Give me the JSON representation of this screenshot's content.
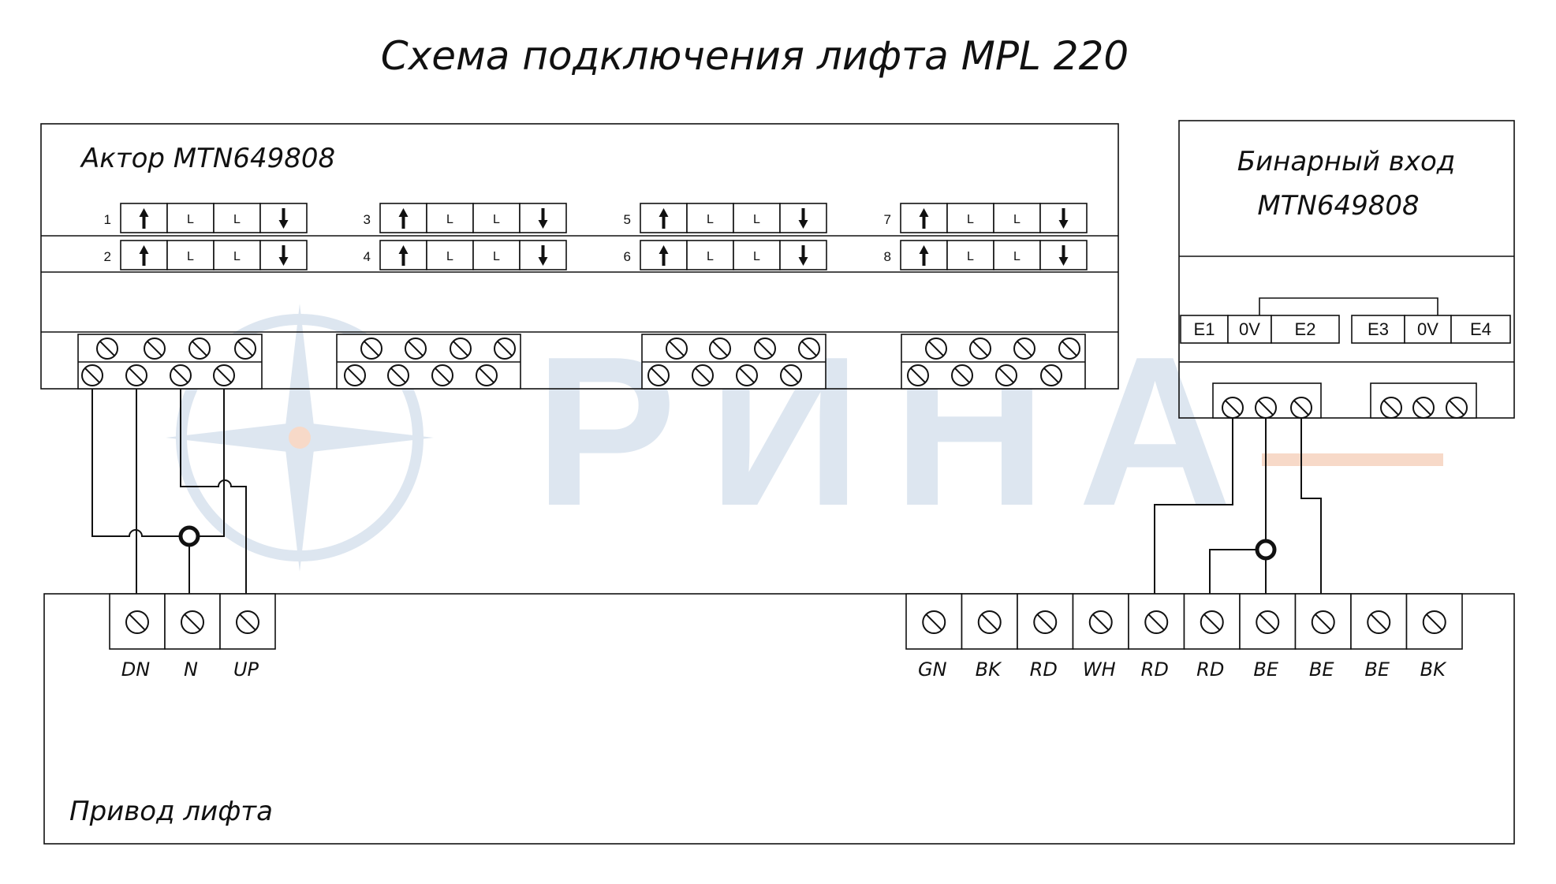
{
  "title": "Схема подключения лифта MPL 220",
  "watermark_text": "РИНА",
  "actuator": {
    "label": "Актор MTN649808",
    "channels": [
      {
        "num": "1",
        "cells": [
          "↑",
          "L",
          "L",
          "↓"
        ]
      },
      {
        "num": "2",
        "cells": [
          "↑",
          "L",
          "L",
          "↓"
        ]
      },
      {
        "num": "3",
        "cells": [
          "↑",
          "L",
          "L",
          "↓"
        ]
      },
      {
        "num": "4",
        "cells": [
          "↑",
          "L",
          "L",
          "↓"
        ]
      },
      {
        "num": "5",
        "cells": [
          "↑",
          "L",
          "L",
          "↓"
        ]
      },
      {
        "num": "6",
        "cells": [
          "↑",
          "L",
          "L",
          "↓"
        ]
      },
      {
        "num": "7",
        "cells": [
          "↑",
          "L",
          "L",
          "↓"
        ]
      },
      {
        "num": "8",
        "cells": [
          "↑",
          "L",
          "L",
          "↓"
        ]
      }
    ]
  },
  "binary_input": {
    "label_line1": "Бинарный вход",
    "label_line2": "MTN649808",
    "inputs": [
      "E1",
      "0V",
      "E2",
      "E3",
      "0V",
      "E4"
    ]
  },
  "drive": {
    "label": "Привод лифта",
    "left_terminals": [
      "DN",
      "N",
      "UP"
    ],
    "right_terminals": [
      "GN",
      "BK",
      "RD",
      "WH",
      "RD",
      "RD",
      "BE",
      "BE",
      "BE",
      "BK"
    ]
  },
  "colors": {
    "line": "#111111",
    "watermark_blue": "#dde6f0",
    "watermark_orange": "#f7d9c8"
  }
}
